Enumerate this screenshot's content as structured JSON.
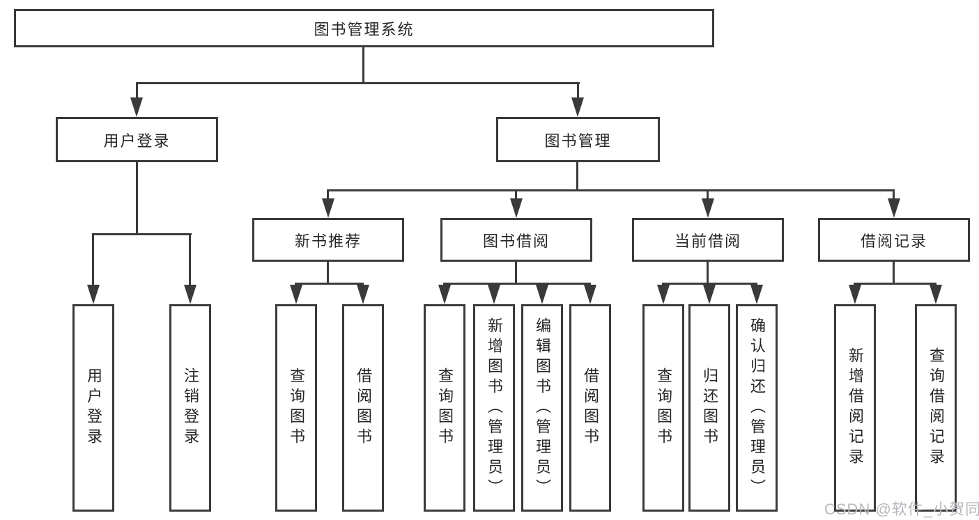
{
  "diagram": {
    "colors": {
      "line": "#3a3a3a",
      "text": "#262626",
      "watermark_text": "#b6b9bd",
      "background": "#ffffff"
    },
    "tree": {
      "root": {
        "label": "图书管理系统"
      },
      "branches": [
        {
          "label": "用户登录",
          "leaves": [
            {
              "label": "用户登录"
            },
            {
              "label": "注销登录"
            }
          ]
        },
        {
          "label": "图书管理",
          "groups": [
            {
              "label": "新书推荐",
              "leaves": [
                {
                  "label": "查询图书"
                },
                {
                  "label": "借阅图书"
                }
              ]
            },
            {
              "label": "图书借阅",
              "leaves": [
                {
                  "label": "查询图书"
                },
                {
                  "label": "新增图书（管理员）"
                },
                {
                  "label": "编辑图书（管理员）"
                },
                {
                  "label": "借阅图书"
                }
              ]
            },
            {
              "label": "当前借阅",
              "leaves": [
                {
                  "label": "查询图书"
                },
                {
                  "label": "归还图书"
                },
                {
                  "label": "确认归还（管理员）"
                }
              ]
            },
            {
              "label": "借阅记录",
              "leaves": [
                {
                  "label": "新增借阅记录"
                },
                {
                  "label": "查询借阅记录"
                }
              ]
            }
          ]
        }
      ]
    },
    "watermark": {
      "text": "CSDN @软件_小贺同学"
    }
  }
}
